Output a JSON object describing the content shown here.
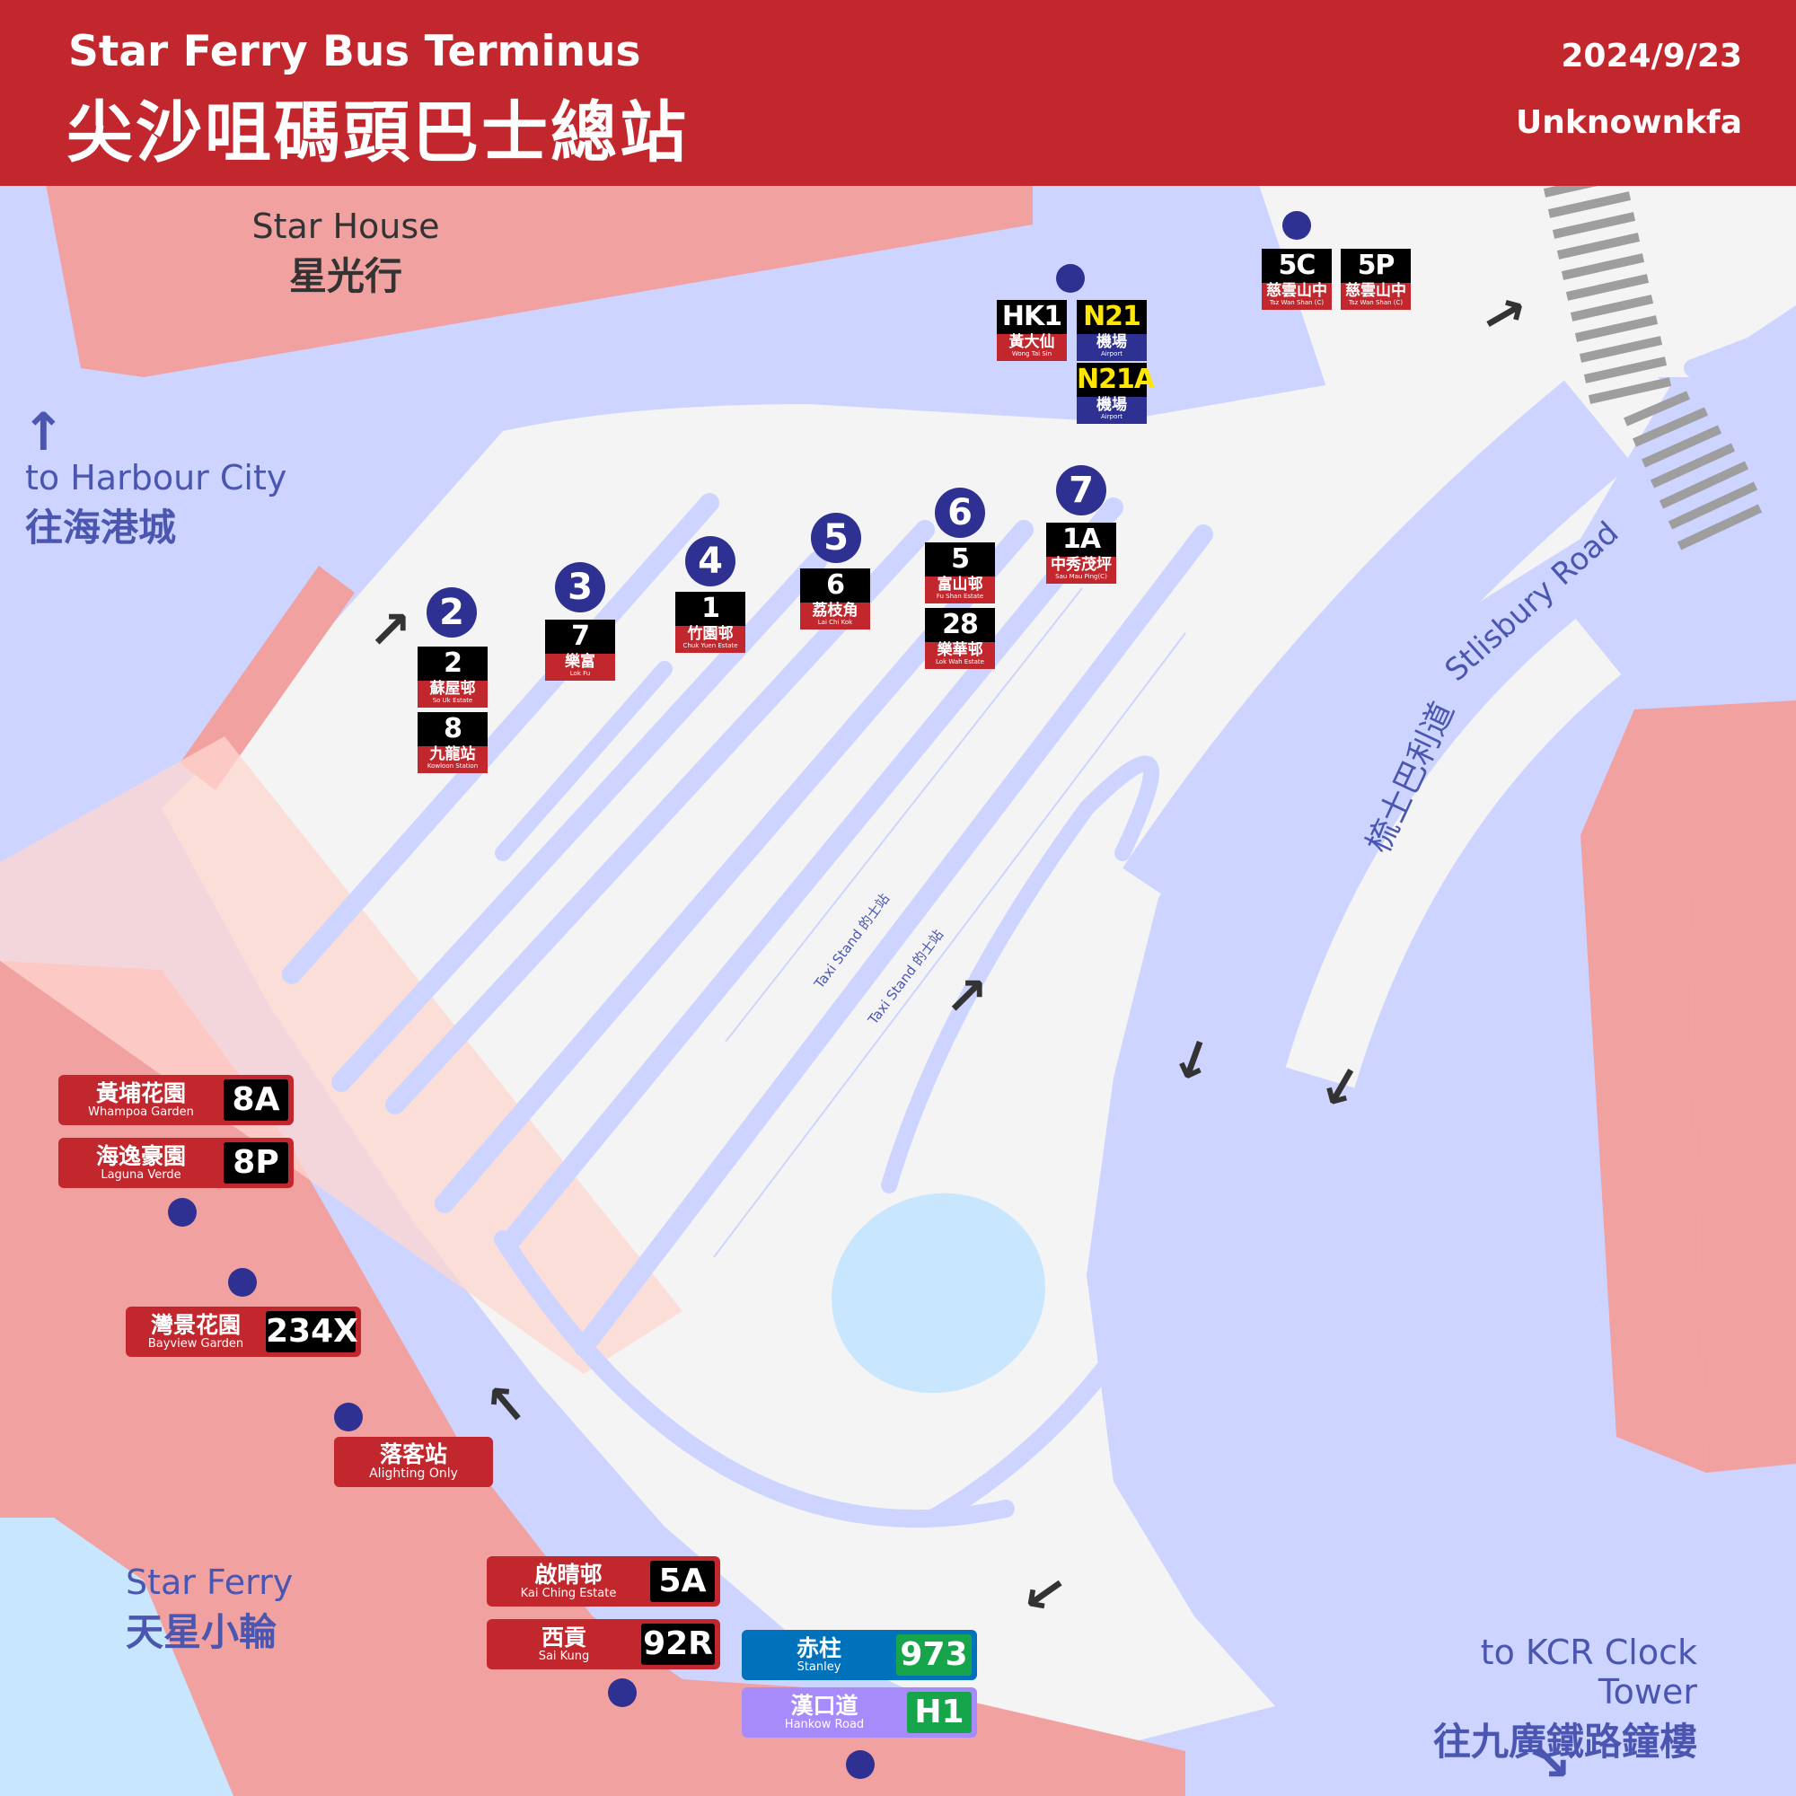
{
  "header": {
    "title_en": "Star Ferry Bus Terminus",
    "title_zh": "尖沙咀碼頭巴士總站",
    "date": "2024/9/23",
    "author": "Unknownkfa"
  },
  "colors": {
    "header_red": "#c1272d",
    "road_blue": "#cdd4ff",
    "building_pink": "#f2a1a1",
    "stand_navy": "#2e3192",
    "water_blue": "#c9e6ff"
  },
  "places": {
    "star_house_en": "Star House",
    "star_house_zh": "星光行",
    "harbour_city_en": "to Harbour City",
    "harbour_city_zh": "往海港城",
    "star_ferry_en": "Star Ferry",
    "star_ferry_zh": "天星小輪",
    "clock_tower_en": "to KCR Clock Tower",
    "clock_tower_zh": "往九廣鐵路鐘樓",
    "road_en": "Stlisbury Road",
    "road_zh": "梳士巴利道",
    "taxi_1": "Taxi Stand 的士站",
    "taxi_2": "Taxi Stand 的士站"
  },
  "stands": [
    "2",
    "3",
    "4",
    "5",
    "6",
    "7"
  ],
  "tiles": {
    "t2a": {
      "num": "2",
      "zh": "蘇屋邨",
      "en": "So Uk Estate"
    },
    "t2b": {
      "num": "8",
      "zh": "九龍站",
      "en": "Kowloon Station"
    },
    "t3a": {
      "num": "7",
      "zh": "樂富",
      "en": "Lok Fu"
    },
    "t4a": {
      "num": "1",
      "zh": "竹園邨",
      "en": "Chuk Yuen Estate"
    },
    "t5a": {
      "num": "6",
      "zh": "荔枝角",
      "en": "Lai Chi Kok"
    },
    "t6a": {
      "num": "5",
      "zh": "富山邨",
      "en": "Fu Shan Estate"
    },
    "t6b": {
      "num": "28",
      "zh": "樂華邨",
      "en": "Lok Wah Estate"
    },
    "t7a": {
      "num": "1A",
      "zh": "中秀茂坪",
      "en": "Sau Mau Ping(C)"
    },
    "hk1": {
      "num": "HK1",
      "zh": "黃大仙",
      "en": "Wong Tai Sin"
    },
    "n21": {
      "num": "N21",
      "zh": "機場",
      "en": "Airport"
    },
    "n21a": {
      "num": "N21A",
      "zh": "機場",
      "en": "Airport"
    },
    "r5c": {
      "num": "5C",
      "zh": "慈雲山中",
      "en": "Tsz Wan Shan (C)"
    },
    "r5p": {
      "num": "5P",
      "zh": "慈雲山中",
      "en": "Tsz Wan Shan (C)"
    }
  },
  "signs": {
    "s8a": {
      "zh": "黃埔花園",
      "en": "Whampoa Garden",
      "num": "8A"
    },
    "s8p": {
      "zh": "海逸豪園",
      "en": "Laguna Verde",
      "num": "8P"
    },
    "s234x": {
      "zh": "灣景花園",
      "en": "Bayview Garden",
      "num": "234X"
    },
    "s5a": {
      "zh": "啟晴邨",
      "en": "Kai Ching Estate",
      "num": "5A"
    },
    "s92r": {
      "zh": "西貢",
      "en": "Sai Kung",
      "num": "92R"
    },
    "s973": {
      "zh": "赤柱",
      "en": "Stanley",
      "num": "973"
    },
    "sh1": {
      "zh": "漢口道",
      "en": "Hankow Road",
      "num": "H1"
    }
  },
  "alighting": {
    "zh": "落客站",
    "en": "Alighting Only"
  }
}
